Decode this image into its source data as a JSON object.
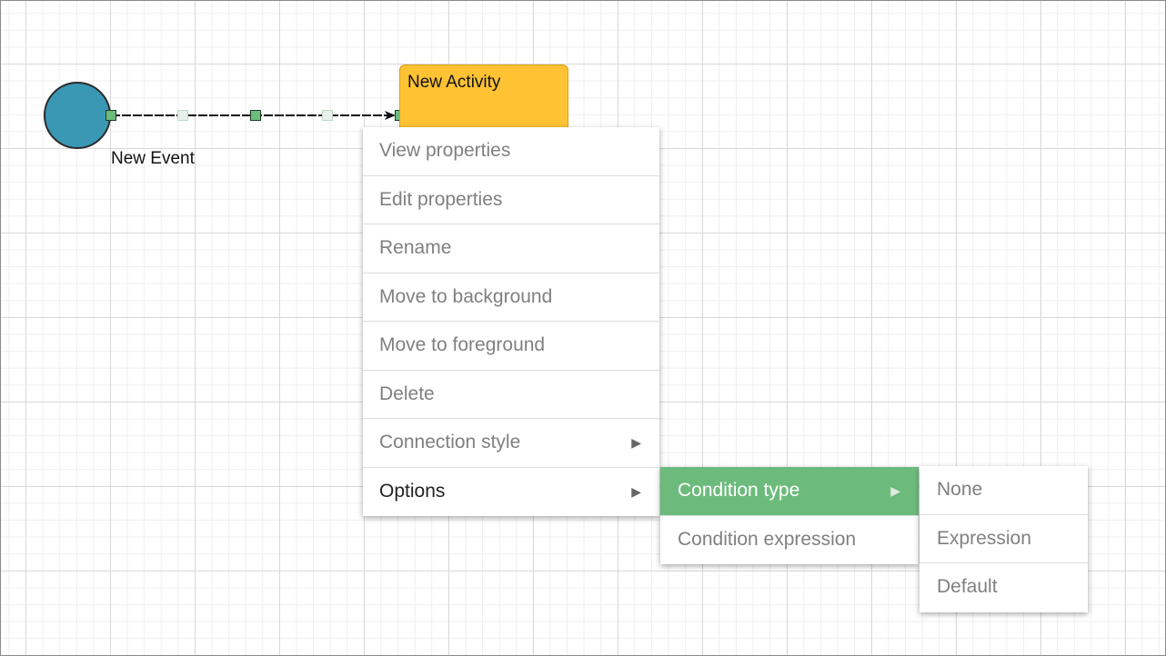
{
  "diagram": {
    "event_label": "New Event",
    "activity_label": "New Activity",
    "colors": {
      "event_fill": "#3a98b4",
      "activity_fill": "#fec233",
      "handle_fill": "#6cbb7c",
      "menu_active": "#6cbb7c"
    }
  },
  "context_menu": {
    "items": [
      {
        "label": "View properties"
      },
      {
        "label": "Edit properties"
      },
      {
        "label": "Rename"
      },
      {
        "label": "Move to background"
      },
      {
        "label": "Move to foreground"
      },
      {
        "label": "Delete"
      },
      {
        "label": "Connection style",
        "submenu": true
      },
      {
        "label": "Options",
        "submenu": true
      }
    ]
  },
  "options_submenu": {
    "items": [
      {
        "label": "Condition type",
        "submenu": true,
        "active": true
      },
      {
        "label": "Condition expression"
      }
    ]
  },
  "condition_type_submenu": {
    "items": [
      {
        "label": "None"
      },
      {
        "label": "Expression"
      },
      {
        "label": "Default"
      }
    ]
  },
  "icons": {
    "submenu_caret": "▶"
  }
}
